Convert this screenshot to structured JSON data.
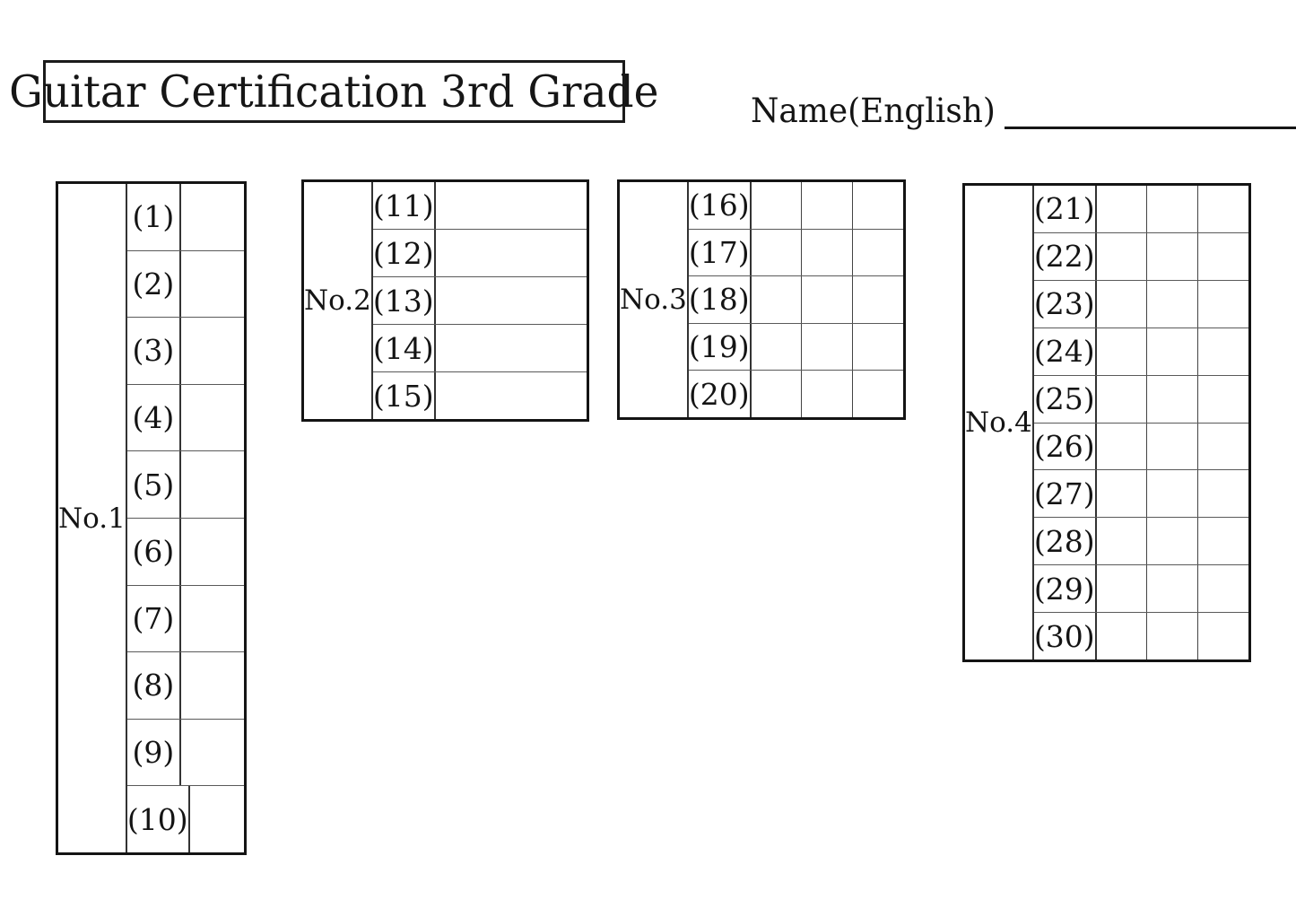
{
  "page": {
    "title": "Guitar Certification 3rd Grade",
    "name_label": "Name(English)"
  },
  "tables": [
    {
      "label": "No.1",
      "answer_cols": 1,
      "items": [
        "(1)",
        "(2)",
        "(3)",
        "(4)",
        "(5)",
        "(6)",
        "(7)",
        "(8)",
        "(9)",
        "(10)"
      ]
    },
    {
      "label": "No.2",
      "answer_cols": 1,
      "items": [
        "(11)",
        "(12)",
        "(13)",
        "(14)",
        "(15)"
      ]
    },
    {
      "label": "No.3",
      "answer_cols": 3,
      "items": [
        "(16)",
        "(17)",
        "(18)",
        "(19)",
        "(20)"
      ]
    },
    {
      "label": "No.4",
      "answer_cols": 3,
      "items": [
        "(21)",
        "(22)",
        "(23)",
        "(24)",
        "(25)",
        "(26)",
        "(27)",
        "(28)",
        "(29)",
        "(30)"
      ]
    }
  ],
  "colors": {
    "ink": "#141414",
    "grid_line": "#444444",
    "background": "#ffffff"
  }
}
